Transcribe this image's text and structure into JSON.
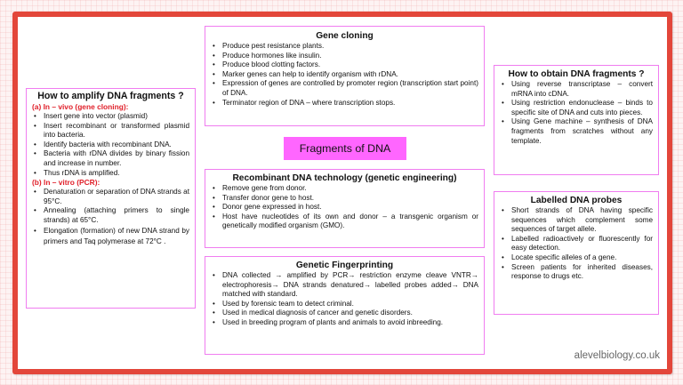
{
  "title": "Fragments of DNA",
  "watermark": "alevelbiology.co.uk",
  "colors": {
    "frame_border": "#e3463a",
    "box_border": "#f07df0",
    "title_fill": "#ff66ff",
    "subheading_red": "#e0202a"
  },
  "amplify": {
    "heading": "How to amplify DNA fragments ?",
    "in_vivo": {
      "label": "(a) In – vivo (gene cloning):",
      "items": [
        "Insert gene into vector (plasmid)",
        "Insert recombinant or transformed plasmid into bacteria.",
        "Identify bacteria with recombinant DNA.",
        "Bacteria with rDNA divides by binary fission and increase in number.",
        "Thus rDNA is amplified."
      ]
    },
    "in_vitro": {
      "label": "(b) In – vitro (PCR):",
      "items": [
        "Denaturation or separation of DNA strands at 95°C.",
        "Annealing (attaching primers to single strands) at 65°C.",
        "Elongation (formation) of new DNA strand by primers and Taq polymerase at 72°C ."
      ]
    }
  },
  "gene_cloning": {
    "heading": "Gene cloning",
    "items": [
      "Produce pest resistance plants.",
      "Produce hormones like insulin.",
      "Produce blood clotting factors.",
      "Marker genes can help to identify organism with rDNA.",
      "Expression of genes are controlled by promoter region (transcription start point) of DNA.",
      "Terminator region of DNA – where transcription stops."
    ]
  },
  "recombinant": {
    "heading": "Recombinant DNA technology (genetic engineering)",
    "items": [
      "Remove gene from donor.",
      "Transfer donor gene to host.",
      "Donor gene expressed in host.",
      "Host have nucleotides of its own and donor – a transgenic organism or genetically modified organism (GMO)."
    ]
  },
  "fingerprinting": {
    "heading": "Genetic Fingerprinting",
    "items": [
      "DNA collected → amplified by PCR→ restriction enzyme cleave VNTR→ electrophoresis→ DNA strands denatured→ labelled probes added→ DNA matched with standard.",
      "Used by forensic team to detect criminal.",
      "Used in medical diagnosis of cancer and genetic disorders.",
      "Used in breeding program of plants and animals to avoid inbreeding."
    ]
  },
  "obtain": {
    "heading": "How to obtain DNA fragments ?",
    "items": [
      "Using reverse transcriptase – convert mRNA into cDNA.",
      "Using restriction endonuclease – binds to specific site of DNA and cuts into pieces.",
      "Using Gene machine – synthesis of DNA fragments from scratches without any template."
    ]
  },
  "probes": {
    "heading": "Labelled DNA probes",
    "items": [
      "Short strands of DNA having specific sequences which complement some sequences of target allele.",
      "Labelled radioactively or fluorescently for easy detection.",
      "Locate specific alleles of a gene.",
      "Screen patients for inherited diseases, response to drugs etc."
    ]
  }
}
